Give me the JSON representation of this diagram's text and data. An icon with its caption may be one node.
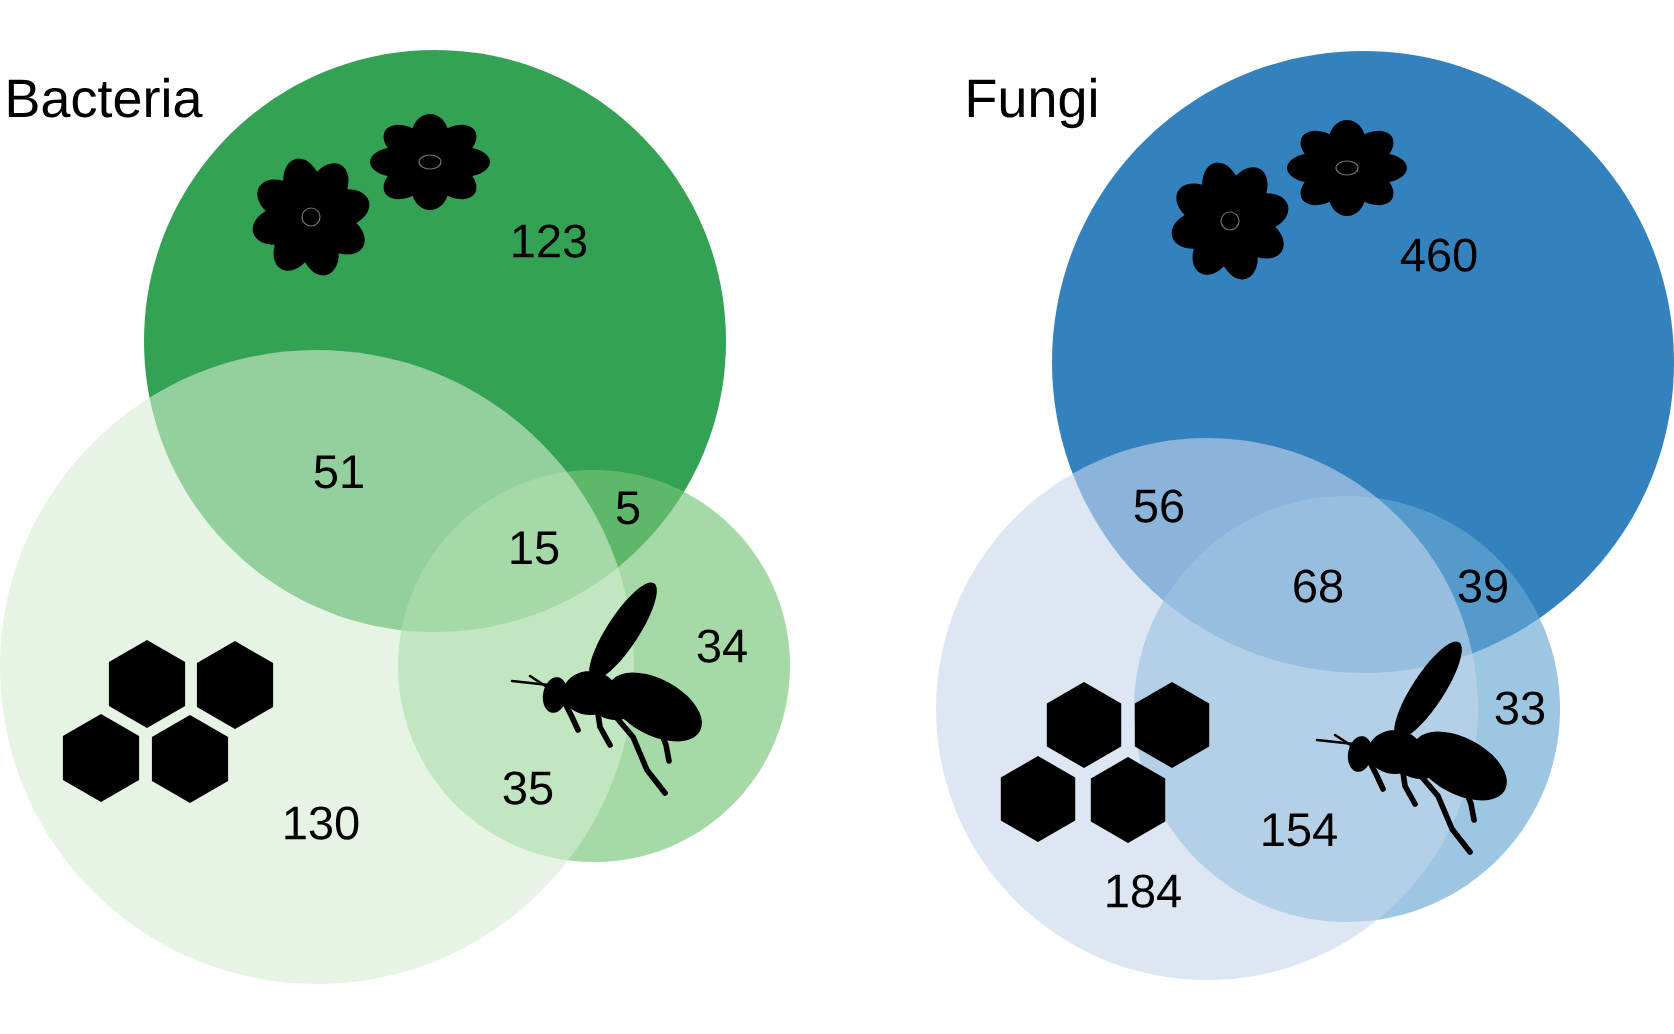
{
  "diagram": {
    "nodes": [
      {
        "text": [],
        "shape": "circle"
      },
      {
        "text": [],
        "shape": "circle"
      },
      {
        "text": [],
        "shape": "circle"
      },
      {
        "text": [],
        "shape": "circle"
      },
      {
        "text": [],
        "shape": "circle"
      },
      {
        "text": [],
        "shape": "circle"
      }
    ],
    "labels": [
      "Bacteria",
      "123",
      "51",
      "5",
      "15",
      "34",
      "35",
      "130",
      "Fungi",
      "460",
      "56",
      "68",
      "39",
      "33",
      "154",
      "184"
    ]
  }
}
